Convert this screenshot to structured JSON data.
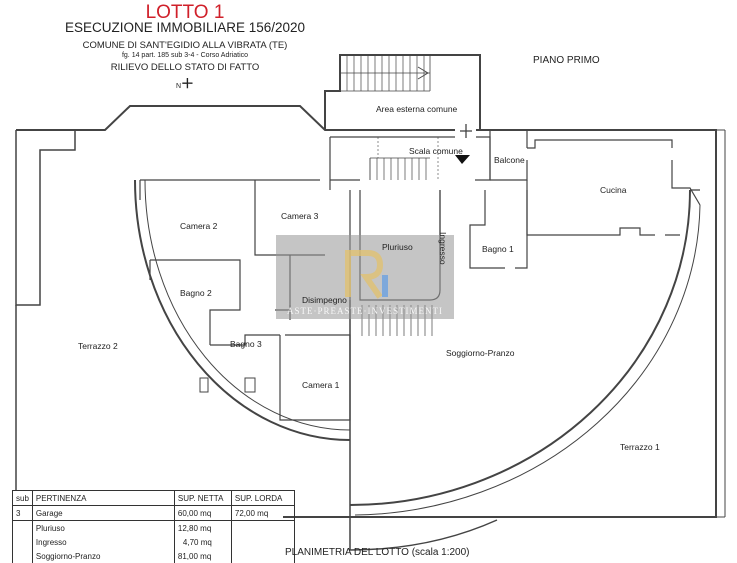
{
  "header": {
    "lotto": "LOTTO 1",
    "title": "ESECUZIONE IMMOBILIARE 156/2020",
    "comune": "COMUNE DI SANT'EGIDIO ALLA VIBRATA (TE)",
    "catasto": "fg. 14  part. 185 sub 3-4  -  Corso Adriatico",
    "rilievo": "RILIEVO DELLO STATO DI FATTO",
    "north": "N"
  },
  "plan": {
    "floor": "PIANO PRIMO",
    "caption": "PLANIMETRIA DEL LOTTO (scala 1:200)",
    "rooms": {
      "area_esterna": "Area esterna comune",
      "scala": "Scala comune",
      "balcone": "Balcone",
      "cucina": "Cucina",
      "camera2": "Camera 2",
      "camera3": "Camera 3",
      "pluriuso": "Pluriuso",
      "ingresso": "Ingresso",
      "bagno1": "Bagno 1",
      "bagno2": "Bagno 2",
      "disimpegno": "Disimpegno",
      "bagno3": "Bagno 3",
      "terrazzo2": "Terrazzo 2",
      "soggiorno": "Soggiorno-Pranzo",
      "camera1": "Camera 1",
      "terrazzo1": "Terrazzo 1"
    },
    "watermark": "ASTE·PREASTE·INVESTIMENTI"
  },
  "table": {
    "headers": [
      "sub",
      "PERTINENZA",
      "SUP. NETTA",
      "SUP. LORDA"
    ],
    "rows": [
      {
        "sub": "3",
        "name": "Garage",
        "netta": "60,00 mq",
        "lorda": "72,00 mq"
      },
      {
        "sub": "",
        "name": "Pluriuso",
        "netta": "12,80 mq",
        "lorda": ""
      },
      {
        "sub": "",
        "name": "Ingresso",
        "netta": "4,70 mq",
        "lorda": ""
      },
      {
        "sub": "",
        "name": "Soggiorno-Pranzo",
        "netta": "81,00 mq",
        "lorda": ""
      }
    ]
  }
}
